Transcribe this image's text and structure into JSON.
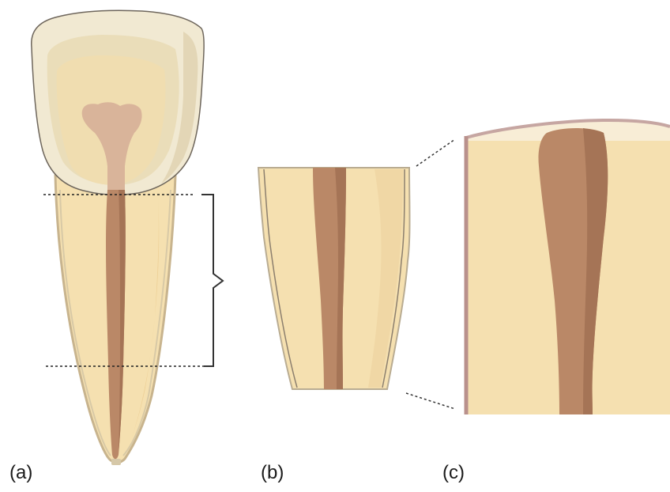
{
  "panels": [
    {
      "id": "a",
      "label": "(a)"
    },
    {
      "id": "b",
      "label": "(b)"
    },
    {
      "id": "c",
      "label": "(c)"
    }
  ],
  "colors": {
    "enamel": "#F1E9D2",
    "enamel_shade": "#E6DCBE",
    "dentin": "#F5E0B0",
    "dentin_shade": "#EDCF95",
    "pulp_crown": "#D9B49A",
    "pulp_canal": "#BA8867",
    "pulp_canal_shade": "#A57456",
    "cementum": "#C6A6A2",
    "outline": "#8C8275",
    "bracket": "#333333"
  }
}
